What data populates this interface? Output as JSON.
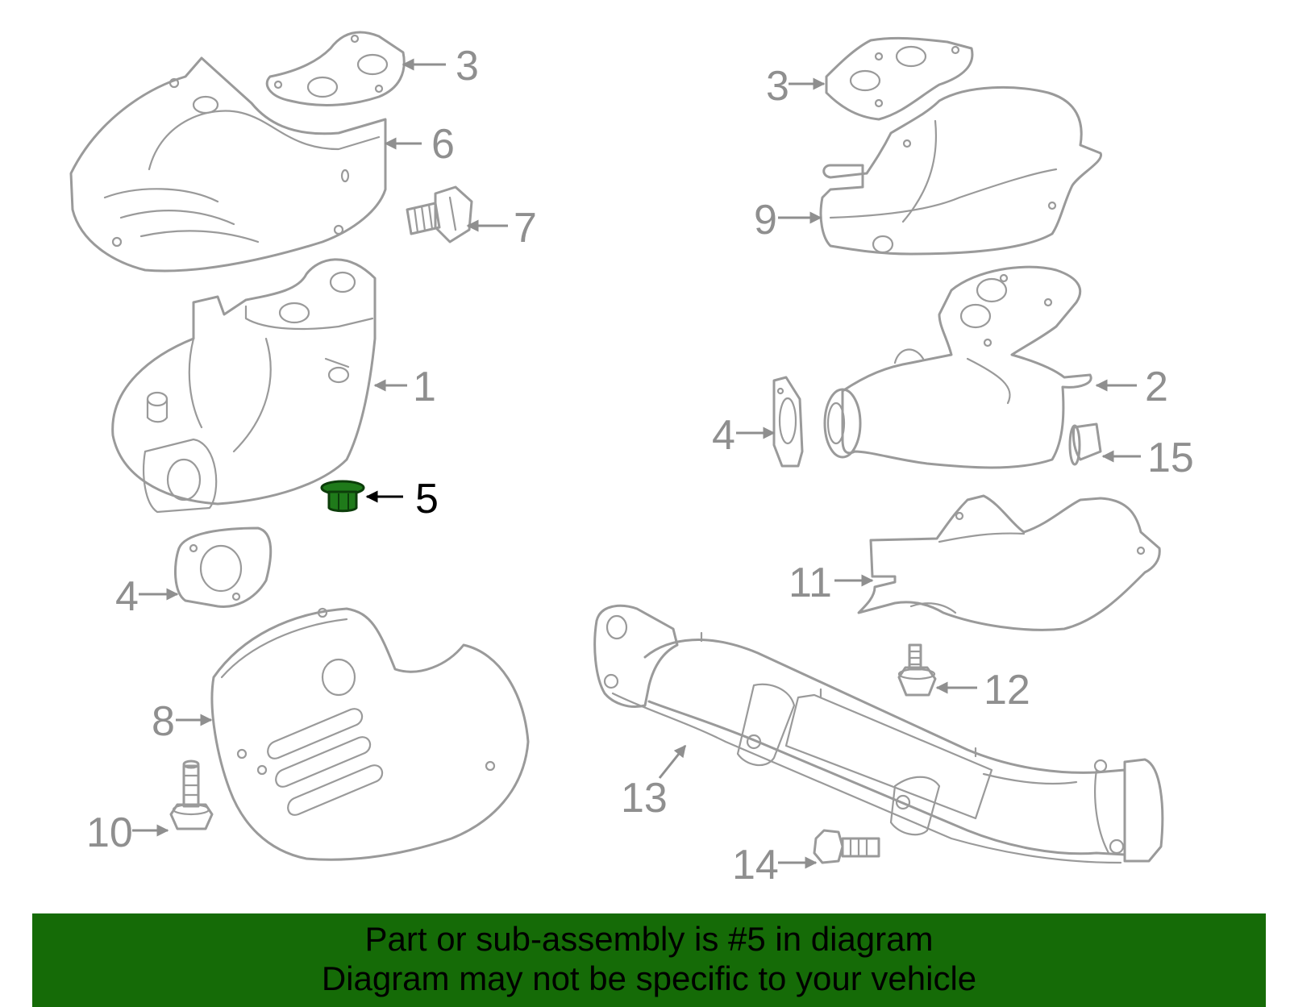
{
  "colors": {
    "banner_bg": "#156b07",
    "highlight": "#1f7a1a",
    "part_stroke": "#9a9a9a",
    "label": "#8f8f8f"
  },
  "highlighted_part": "5",
  "callouts": {
    "c1": "1",
    "c2": "2",
    "c3a": "3",
    "c3b": "3",
    "c4a": "4",
    "c4b": "4",
    "c5": "5",
    "c6": "6",
    "c7": "7",
    "c8": "8",
    "c9": "9",
    "c10": "10",
    "c11": "11",
    "c12": "12",
    "c13": "13",
    "c14": "14",
    "c15": "15"
  },
  "banner": {
    "line1": "Part or sub-assembly is #5 in diagram",
    "line2": "Diagram may not be specific to your vehicle"
  }
}
